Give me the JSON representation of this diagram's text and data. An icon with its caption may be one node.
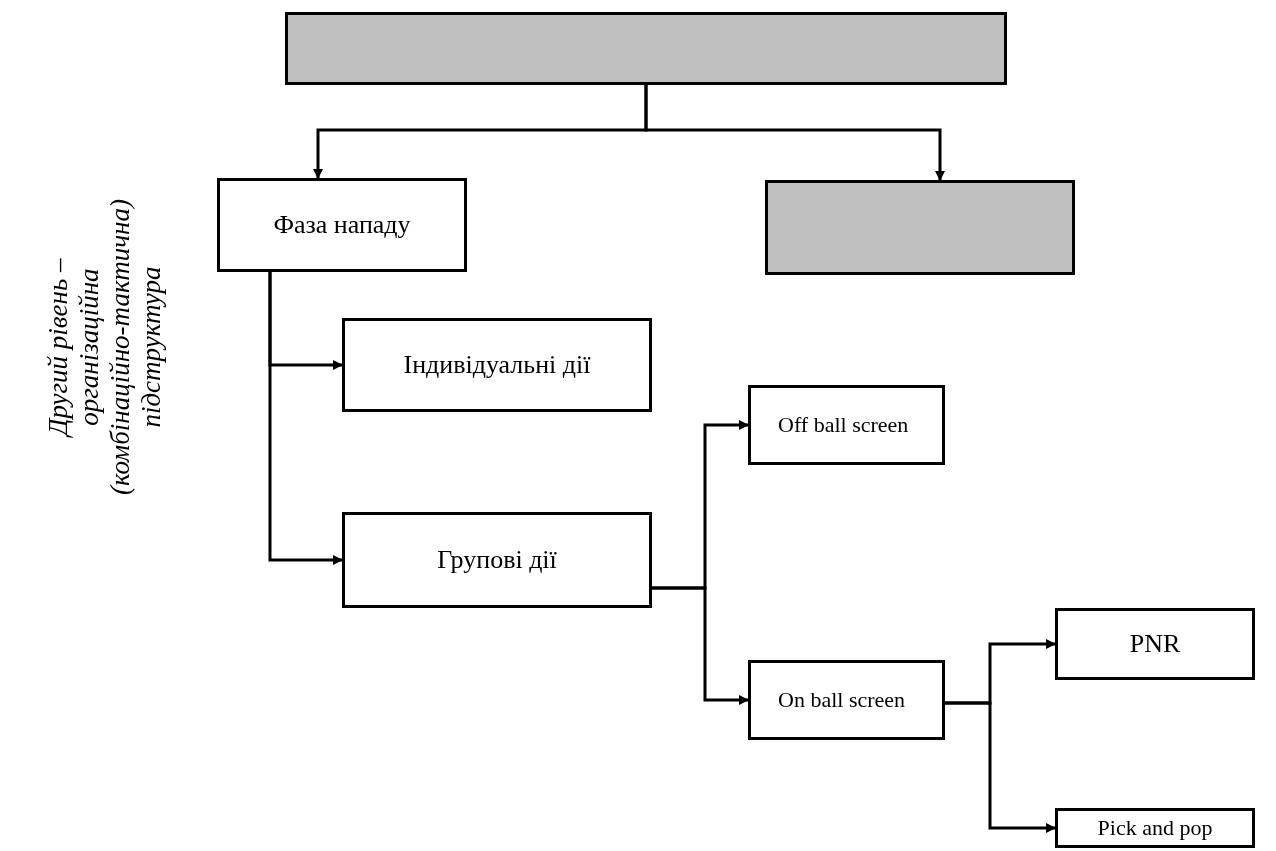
{
  "diagram": {
    "nodes": [
      {
        "text": [],
        "shape": "box"
      },
      {
        "text": [
          "Фаза нападу"
        ]
      },
      {
        "text": [],
        "shape": "box"
      },
      {
        "text": [
          "Індивідуальні дії"
        ]
      },
      {
        "text": [
          "Групові дії"
        ]
      },
      {
        "text": [
          "Off ball screen"
        ]
      },
      {
        "text": [
          "On ball screen"
        ]
      },
      {
        "text": [
          "PNR"
        ]
      },
      {
        "text": [
          "Pick and pop"
        ]
      }
    ],
    "edges": [
      {
        "from": 0,
        "to": 1,
        "arrow": "to"
      },
      {
        "from": 0,
        "to": 2,
        "arrow": "to"
      },
      {
        "from": 1,
        "to": 3,
        "arrow": "to"
      },
      {
        "from": 1,
        "to": 4,
        "arrow": "to"
      },
      {
        "from": 4,
        "to": 5,
        "arrow": "to"
      },
      {
        "from": 4,
        "to": 6,
        "arrow": "to"
      },
      {
        "from": 6,
        "to": 7,
        "arrow": "to"
      },
      {
        "from": 6,
        "to": 8,
        "arrow": "to"
      }
    ],
    "labels": [
      "Другий рівень – організаційна (комбінаційно-тактична) підструктура"
    ]
  }
}
